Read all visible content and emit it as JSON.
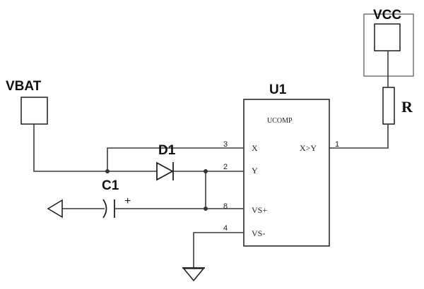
{
  "labels": {
    "vbat": "VBAT",
    "vcc": "VCC",
    "resistor": "R",
    "diode": "D1",
    "capacitor": "C1",
    "capacitor_polarity": "+",
    "chip_ref": "U1",
    "chip_name": "UCOMP"
  },
  "pins": [
    {
      "number": "3",
      "name": "X"
    },
    {
      "number": "2",
      "name": "Y"
    },
    {
      "number": "8",
      "name": "VS+"
    },
    {
      "number": "4",
      "name": "VS-"
    },
    {
      "number": "1",
      "name": "X>Y"
    }
  ]
}
